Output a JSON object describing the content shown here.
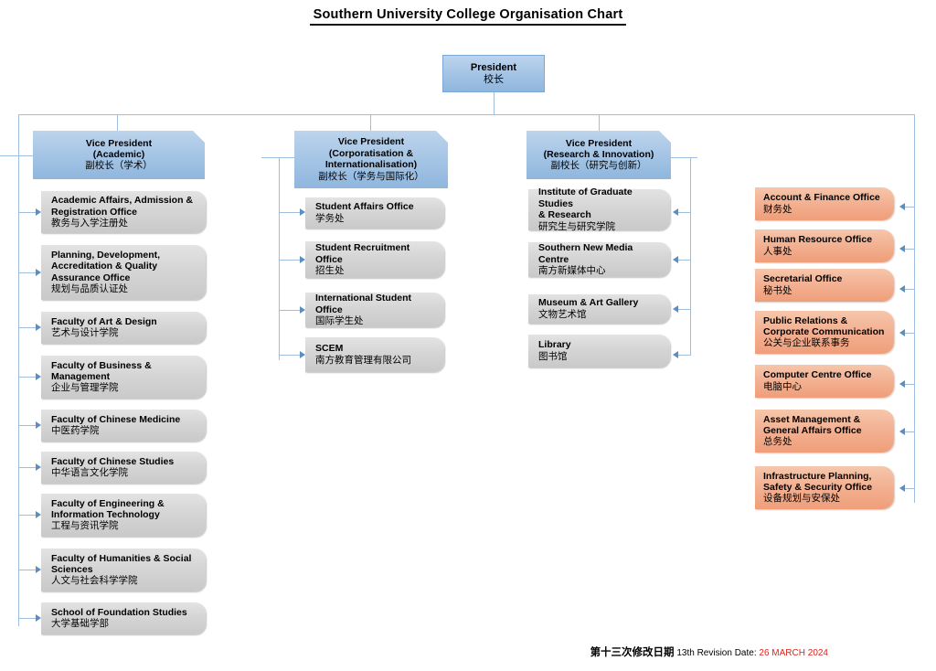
{
  "title": "Southern University College Organisation Chart",
  "president": {
    "en": "President",
    "cn": "校长"
  },
  "vps": [
    {
      "en": "Vice President\n(Academic)",
      "en1": "Vice President",
      "en2": "(Academic)",
      "cn": "副校长（学术）"
    },
    {
      "en1": "Vice President",
      "en2": "(Corporatisation &",
      "en3": "Internationalisation)",
      "cn": "副校长（学务与国际化）"
    },
    {
      "en1": "Vice President",
      "en2": "(Research & Innovation)",
      "cn": "副校长（研究与创新）"
    }
  ],
  "academic_units": [
    {
      "en1": "Academic Affairs, Admission &",
      "en2": "Registration Office",
      "cn": "教务与入学注册处"
    },
    {
      "en1": "Planning, Development,",
      "en2": "Accreditation & Quality",
      "en3": "Assurance Office",
      "cn": "规划与品质认证处"
    },
    {
      "en1": "Faculty of Art & Design",
      "cn": "艺术与设计学院"
    },
    {
      "en1": "Faculty of Business &",
      "en2": "Management",
      "cn": "企业与管理学院"
    },
    {
      "en1": "Faculty of Chinese Medicine",
      "cn": "中医药学院"
    },
    {
      "en1": "Faculty of Chinese Studies",
      "cn": "中华语言文化学院"
    },
    {
      "en1": "Faculty of Engineering &",
      "en2": "Information Technology",
      "cn": "工程与资讯学院"
    },
    {
      "en1": "Faculty of Humanities & Social",
      "en2": "Sciences",
      "cn": "人文与社会科学学院"
    },
    {
      "en1": "School of Foundation Studies",
      "cn": "大学基础学部"
    }
  ],
  "corporate_units": [
    {
      "en1": "Student Affairs Office",
      "cn": "学务处"
    },
    {
      "en1": "Student Recruitment Office",
      "cn": "招生处"
    },
    {
      "en1": "International Student Office",
      "cn": "国际学生处"
    },
    {
      "en1": "SCEM",
      "cn": "南方教育管理有限公司"
    }
  ],
  "research_units": [
    {
      "en1": "Institute of Graduate Studies",
      "en2": "& Research",
      "cn": "研究生与研究学院"
    },
    {
      "en1": "Southern New Media Centre",
      "cn": "南方新媒体中心"
    },
    {
      "en1": "Museum & Art Gallery",
      "cn": "文物艺术馆"
    },
    {
      "en1": "Library",
      "cn": "图书馆"
    }
  ],
  "admin_units": [
    {
      "en1": "Account & Finance Office",
      "cn": "财务处"
    },
    {
      "en1": "Human Resource Office",
      "cn": "人事处"
    },
    {
      "en1": "Secretarial Office",
      "cn": "秘书处"
    },
    {
      "en1": "Public Relations &",
      "en2": "Corporate Communication",
      "cn": "公关与企业联系事务"
    },
    {
      "en1": "Computer Centre Office",
      "cn": "电脑中心"
    },
    {
      "en1": "Asset Management &",
      "en2": "General Affairs Office",
      "cn": "总务处"
    },
    {
      "en1": "Infrastructure Planning,",
      "en2": "Safety & Security Office",
      "cn": "设备规划与安保处"
    }
  ],
  "footer": {
    "cn_label": "第十三次修改日期",
    "revision": "13th Revision Date:",
    "date": "26 MARCH 2024"
  },
  "colors": {
    "blue_box": "#a7c6e6",
    "grey_box": "#d6d6d6",
    "orange_box": "#f3b294",
    "connector": "#9dbfdd",
    "arrow": "#5b8fc4",
    "date_red": "#e2231a"
  }
}
